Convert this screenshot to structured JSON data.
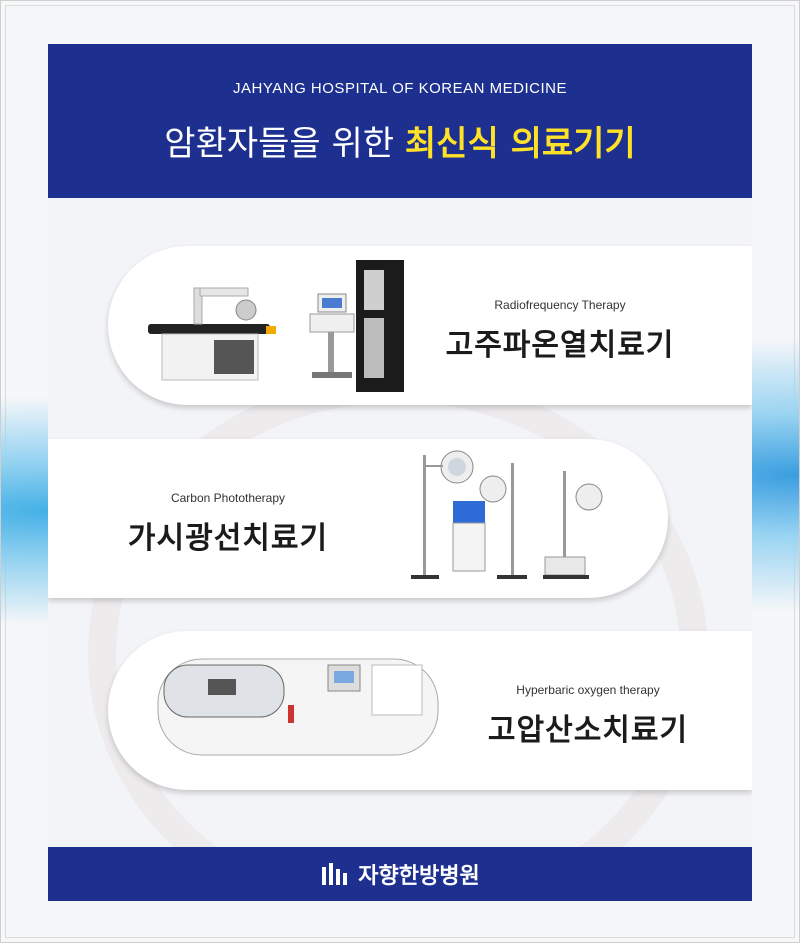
{
  "header": {
    "subtitle": "JAHYANG HOSPITAL OF KOREAN MEDICINE",
    "title_plain": "암환자들을 위한",
    "title_highlight": "최신식 의료기기"
  },
  "devices": [
    {
      "english": "Radiofrequency Therapy",
      "korean": "고주파온열치료기",
      "icon": "radiofrequency-device-image"
    },
    {
      "english": "Carbon Phototherapy",
      "korean": "가시광선치료기",
      "icon": "phototherapy-lamps-image"
    },
    {
      "english": "Hyperbaric oxygen therapy",
      "korean": "고압산소치료기",
      "icon": "hyperbaric-chamber-image"
    }
  ],
  "footer": {
    "brand": "자향한방병원",
    "icon": "hospital-logo-icon"
  },
  "colors": {
    "navy": "#1d2f8f",
    "highlight": "#ffe227",
    "panel": "#ffffff"
  }
}
